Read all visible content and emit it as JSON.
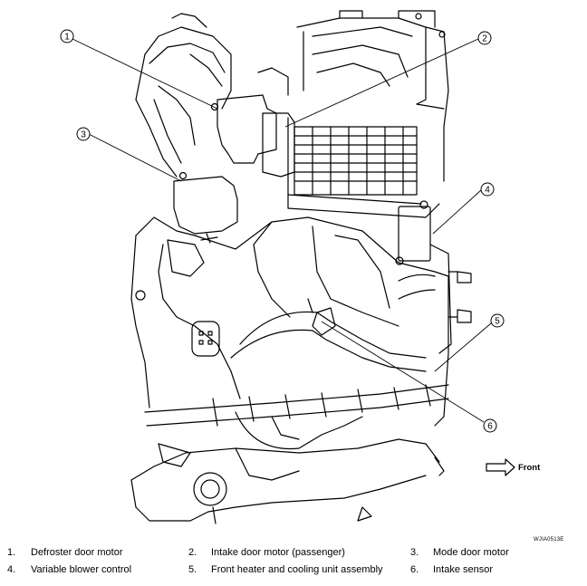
{
  "figure": {
    "code": "WJIA0513E",
    "direction_label": "Front",
    "callouts": [
      "1",
      "2",
      "3",
      "4",
      "5",
      "6"
    ]
  },
  "legend": [
    {
      "num": "1.",
      "text": "Defroster door motor"
    },
    {
      "num": "2.",
      "text": "Intake door motor (passenger)"
    },
    {
      "num": "3.",
      "text": "Mode door motor"
    },
    {
      "num": "4.",
      "text": "Variable blower control"
    },
    {
      "num": "5.",
      "text": "Front heater and cooling unit assembly"
    },
    {
      "num": "6.",
      "text": "Intake sensor"
    }
  ]
}
